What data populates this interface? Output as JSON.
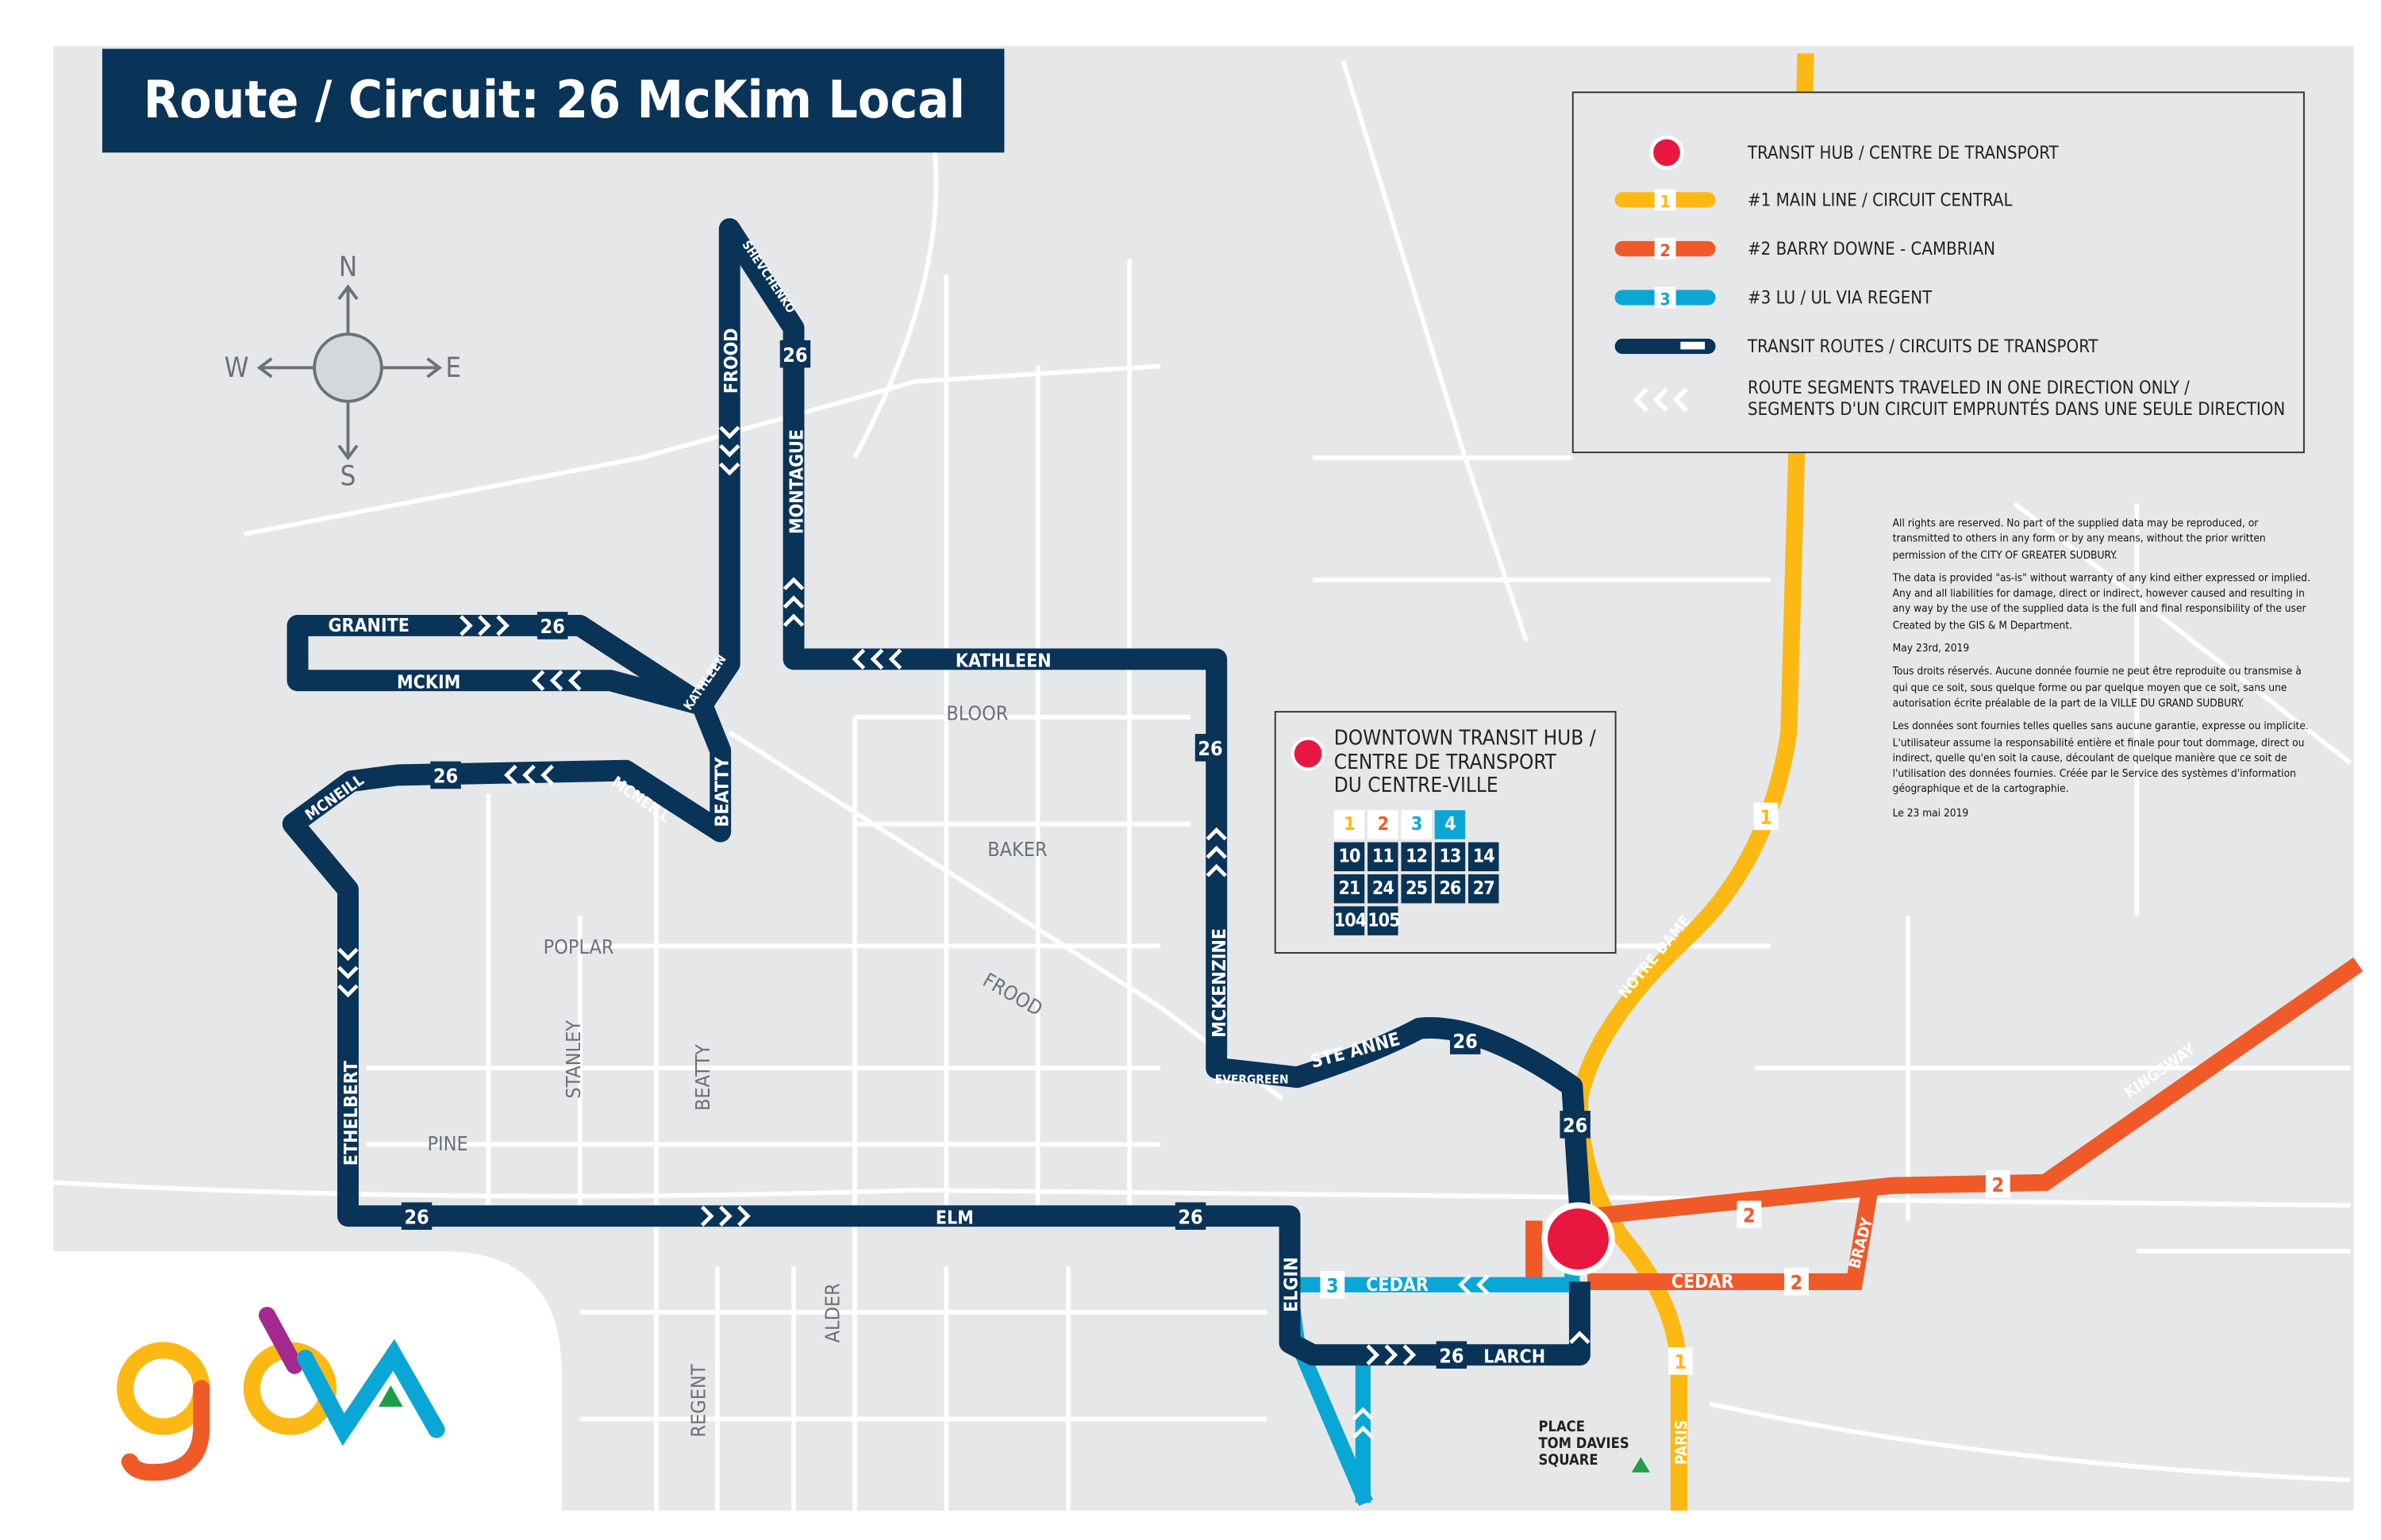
{
  "title": "Route / Circuit: 26 McKim Local",
  "colors": {
    "navy": "#0a3358",
    "route1": "#fdb913",
    "route2": "#f05a28",
    "route3": "#0aa7d6",
    "hub": "#e8173f",
    "map_bg": "#e6e7e9"
  },
  "compass": {
    "n": "N",
    "s": "S",
    "e": "E",
    "w": "W"
  },
  "legend": {
    "hub": "TRANSIT HUB / CENTRE DE TRANSPORT",
    "r1_num": "1",
    "r1": "#1 MAIN LINE / CIRCUIT CENTRAL",
    "r2_num": "2",
    "r2": "#2 BARRY DOWNE - CAMBRIAN",
    "r3_num": "3",
    "r3": "#3 LU / UL VIA REGENT",
    "routes": "TRANSIT ROUTES / CIRCUITS DE TRANSPORT",
    "oneway_1": "ROUTE SEGMENTS TRAVELED IN ONE DIRECTION ONLY /",
    "oneway_2": "SEGMENTS D'UN CIRCUIT EMPRUNTÉS DANS UNE SEULE DIRECTION"
  },
  "disclaimer": [
    "All rights are reserved. No part of the supplied data may be reproduced, or transmitted to others in any form or by any means, without the prior written permission of the CITY OF GREATER SUDBURY.",
    "The data is provided \"as-is\" without warranty of any kind either expressed or implied. Any and all liabilities for damage, direct or indirect, however caused and resulting in any way by the use of the supplied data is the full and final responsibility of the user Created by the GIS & M Department.",
    "May 23rd, 2019",
    "Tous droits réservés. Aucune donnée fournie ne peut être reproduite ou transmise à qui que ce soit, sous quelque forme ou par quelque moyen que ce soit, sans une autorisation écrite préalable de la part de la VILLE DU GRAND SUDBURY.",
    "Les données sont fournies telles quelles sans aucune garantie, expresse ou implicite. L'utilisateur assume la responsabilité entière et finale pour tout dommage, direct ou indirect, quelle qu'en soit la cause, découlant de quelque manière que ce soit de l'utilisation des données fournies. Créée par le Service des systèmes d'information géographique et de la cartographie.",
    "Le 23 mai 2019"
  ],
  "hub_box": {
    "title_1": "DOWNTOWN TRANSIT HUB /",
    "title_2": "CENTRE DE TRANSPORT",
    "title_3": "DU CENTRE-VILLE",
    "routes": [
      "1",
      "2",
      "3",
      "4",
      "10",
      "11",
      "12",
      "13",
      "14",
      "21",
      "24",
      "25",
      "26",
      "27",
      "104",
      "105"
    ]
  },
  "streets": {
    "bloor": "BLOOR",
    "baker": "BAKER",
    "frood": "FROOD",
    "poplar": "POPLAR",
    "stanley": "STANLEY",
    "beatty": "BEATTY",
    "pine": "PINE",
    "alder": "ALDER",
    "regent": "REGENT",
    "place": "PLACE",
    "tom_davies": "TOM DAVIES",
    "square": "SQUARE"
  },
  "route_labels": {
    "granite": "GRANITE",
    "mckim": "MCKIM",
    "frood": "FROOD",
    "shevchenko": "SHEVCHENKO",
    "montague": "MONTAGUE",
    "kathleen": "KATHLEEN",
    "kathleen2": "KATHLEEN",
    "beatty": "BEATTY",
    "mcneill": "MCNEILL",
    "mcneill2": "MCNEILL",
    "ethelbert": "ETHELBERT",
    "elm": "ELM",
    "mckenzine": "MCKENZINE",
    "evergreen": "EVERGREEN",
    "ste_anne": "STE ANNE",
    "elgin": "ELGIN",
    "cedar": "CEDAR",
    "cedar2": "CEDAR",
    "larch": "LARCH",
    "notre_dame": "NOTRE DAME",
    "paris": "PARIS",
    "kingsway": "KINGSWAY",
    "brady": "BRADY"
  },
  "route_badge": "26",
  "r1_badge": "1",
  "r2_badge": "2",
  "r3_badge": "3"
}
